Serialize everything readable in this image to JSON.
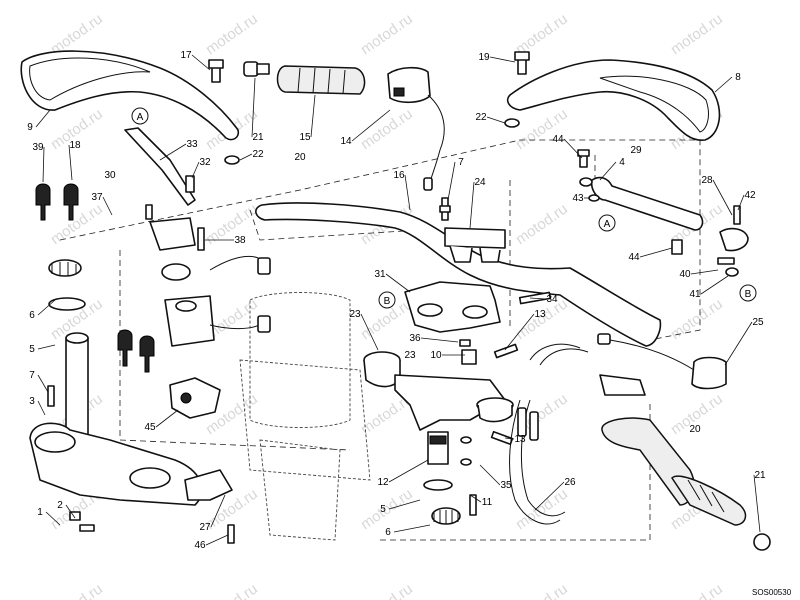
{
  "watermark": "motod.ru",
  "drawing_code": "SOS00530",
  "callouts": [
    {
      "id": "c1",
      "text": "1"
    },
    {
      "id": "c2",
      "text": "2"
    },
    {
      "id": "c3",
      "text": "3"
    },
    {
      "id": "c4",
      "text": "4"
    },
    {
      "id": "c5",
      "text": "5"
    },
    {
      "id": "c5b",
      "text": "5"
    },
    {
      "id": "c6",
      "text": "6"
    },
    {
      "id": "c6b",
      "text": "6"
    },
    {
      "id": "c7",
      "text": "7"
    },
    {
      "id": "c7b",
      "text": "7"
    },
    {
      "id": "c8",
      "text": "8"
    },
    {
      "id": "c9",
      "text": "9"
    },
    {
      "id": "c10",
      "text": "10"
    },
    {
      "id": "c11",
      "text": "11"
    },
    {
      "id": "c12",
      "text": "12"
    },
    {
      "id": "c13",
      "text": "13"
    },
    {
      "id": "c13b",
      "text": "13"
    },
    {
      "id": "c14",
      "text": "14"
    },
    {
      "id": "c15",
      "text": "15"
    },
    {
      "id": "c16",
      "text": "16"
    },
    {
      "id": "c17",
      "text": "17"
    },
    {
      "id": "c18",
      "text": "18"
    },
    {
      "id": "c19",
      "text": "19"
    },
    {
      "id": "c20",
      "text": "20"
    },
    {
      "id": "c20b",
      "text": "20"
    },
    {
      "id": "c21",
      "text": "21"
    },
    {
      "id": "c21b",
      "text": "21"
    },
    {
      "id": "c22",
      "text": "22"
    },
    {
      "id": "c22b",
      "text": "22"
    },
    {
      "id": "c23",
      "text": "23"
    },
    {
      "id": "c23b",
      "text": "23"
    },
    {
      "id": "c24",
      "text": "24"
    },
    {
      "id": "c25",
      "text": "25"
    },
    {
      "id": "c26",
      "text": "26"
    },
    {
      "id": "c27",
      "text": "27"
    },
    {
      "id": "c28",
      "text": "28"
    },
    {
      "id": "c29",
      "text": "29"
    },
    {
      "id": "c30",
      "text": "30"
    },
    {
      "id": "c31",
      "text": "31"
    },
    {
      "id": "c32",
      "text": "32"
    },
    {
      "id": "c33",
      "text": "33"
    },
    {
      "id": "c34",
      "text": "34"
    },
    {
      "id": "c35",
      "text": "35"
    },
    {
      "id": "c36",
      "text": "36"
    },
    {
      "id": "c37",
      "text": "37"
    },
    {
      "id": "c38",
      "text": "38"
    },
    {
      "id": "c39",
      "text": "39"
    },
    {
      "id": "c40",
      "text": "40"
    },
    {
      "id": "c41",
      "text": "41"
    },
    {
      "id": "c42",
      "text": "42"
    },
    {
      "id": "c43",
      "text": "43"
    },
    {
      "id": "c44",
      "text": "44"
    },
    {
      "id": "c44b",
      "text": "44"
    },
    {
      "id": "c45",
      "text": "45"
    },
    {
      "id": "c46",
      "text": "46"
    }
  ],
  "refs": [
    {
      "id": "rA1",
      "text": "A"
    },
    {
      "id": "rA2",
      "text": "A"
    },
    {
      "id": "rB1",
      "text": "B"
    },
    {
      "id": "rB2",
      "text": "B"
    }
  ]
}
